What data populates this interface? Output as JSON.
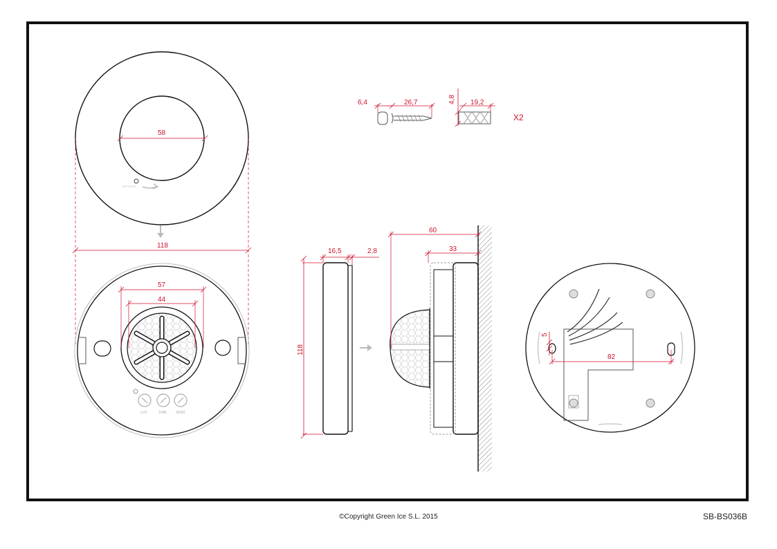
{
  "drawing": {
    "code": "SB-BS036B",
    "copyright": "©Copyright Green Ice S.L. 2015",
    "accent_color": "#d0102a",
    "line_color": "#111111",
    "faint_color": "#b0b0b0"
  },
  "dimensions": {
    "cover_inner_diameter": "58",
    "overall_diameter": "118",
    "lens_outer": "57",
    "lens_inner": "44",
    "side_depth": "16,5",
    "side_gap": "2,8",
    "side_height": "118",
    "mount_total_depth": "60",
    "mount_base_depth": "33",
    "screw_head": "6,4",
    "screw_length": "26,7",
    "plug_diameter": "4,8",
    "plug_length": "19,2",
    "hole_offset": "5",
    "hole_spacing": "82"
  },
  "accessories": {
    "quantity": "X2"
  },
  "controls": {
    "labels": [
      "LUX",
      "TIME",
      "SENS"
    ],
    "arrow_legend": "TOP OPEN"
  }
}
